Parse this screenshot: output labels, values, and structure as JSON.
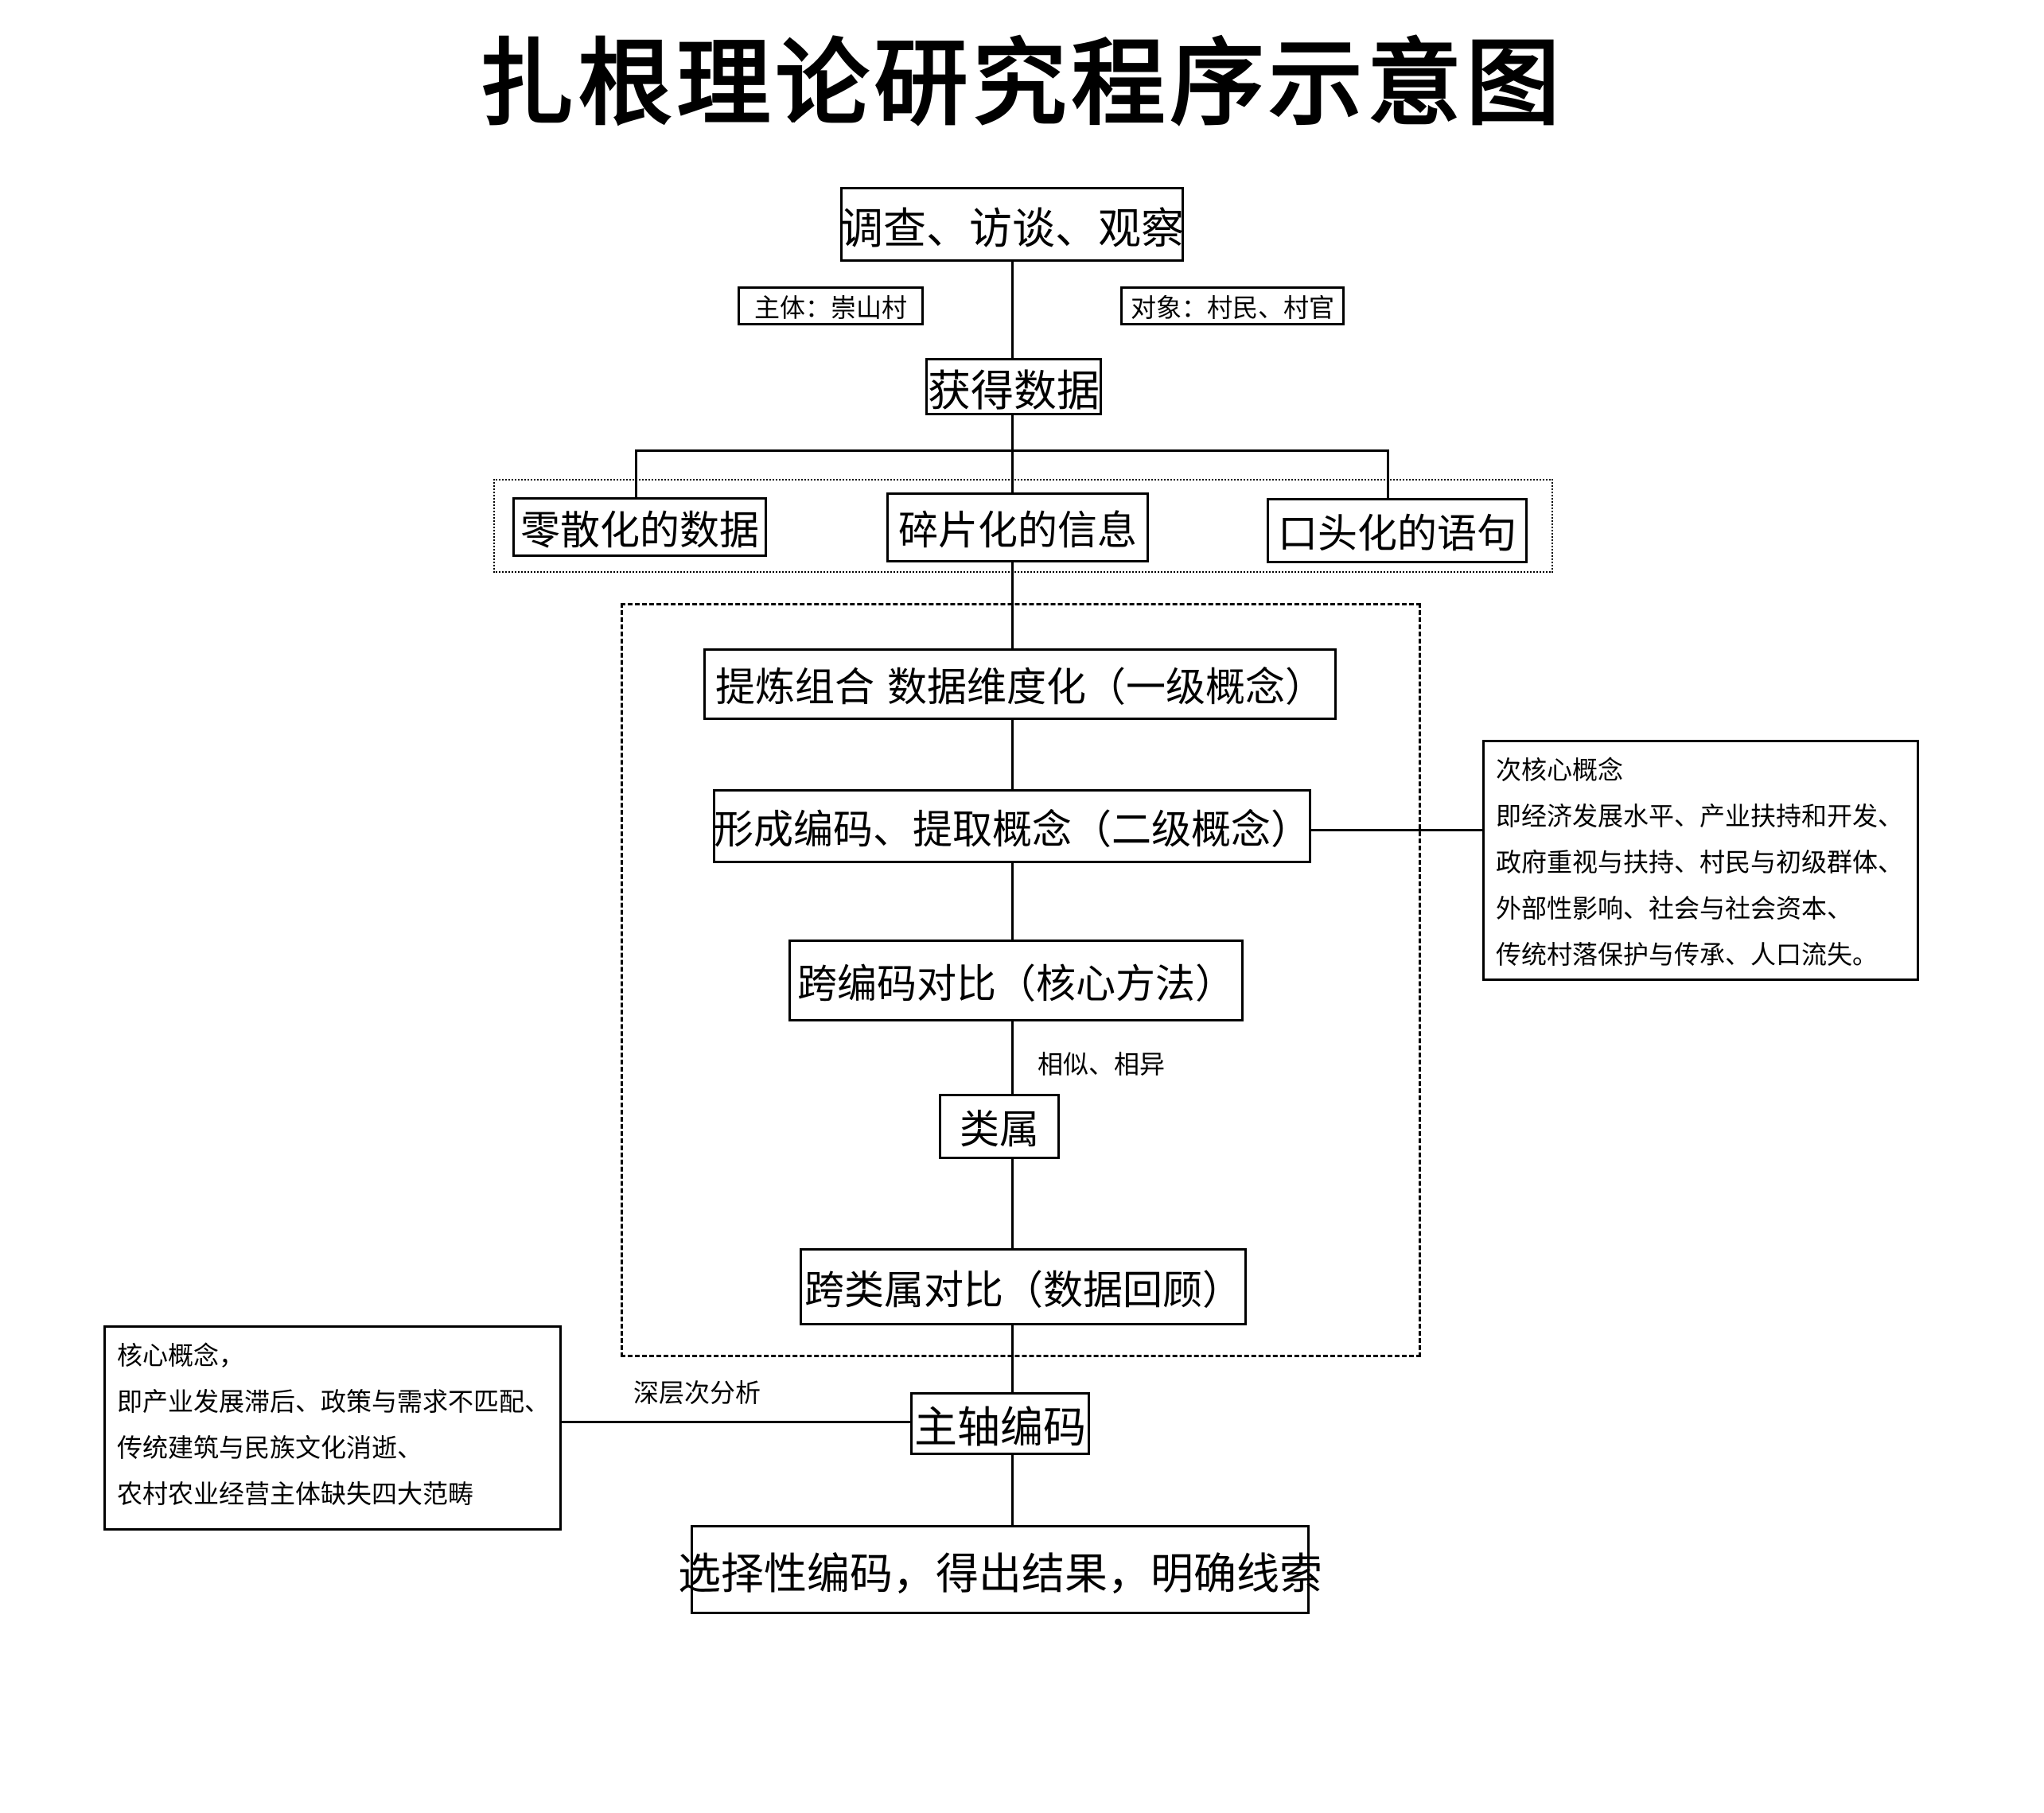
{
  "title": "扎根理论研究程序示意图",
  "nodes": {
    "survey": "调查、访谈、观察",
    "subject": "主体：崇山村",
    "object": "对象：村民、村官",
    "obtain_data": "获得数据",
    "scattered": "零散化的数据",
    "fragmented": "碎片化的信息",
    "oral": "口头化的语句",
    "refine": "提炼组合  数据维度化（一级概念）",
    "coding": "形成编码、提取概念（二级概念）",
    "cross_code": "跨编码对比（核心方法）",
    "similar_label": "相似、相异",
    "category": "类属",
    "cross_category": "跨类属对比（数据回顾）",
    "deep_label": "深层次分析",
    "axial": "主轴编码",
    "selective": "选择性编码，得出结果，明确线索"
  },
  "sub_core_note": {
    "heading": "次核心概念",
    "lines": [
      "即经济发展水平、产业扶持和开发、",
      "政府重视与扶持、村民与初级群体、",
      "外部性影响、社会与社会资本、",
      "传统村落保护与传承、人口流失。"
    ]
  },
  "core_note": {
    "heading": "核心概念，",
    "lines": [
      "即产业发展滞后、政策与需求不匹配、",
      "传统建筑与民族文化消逝、",
      "农村农业经营主体缺失四大范畴"
    ]
  }
}
